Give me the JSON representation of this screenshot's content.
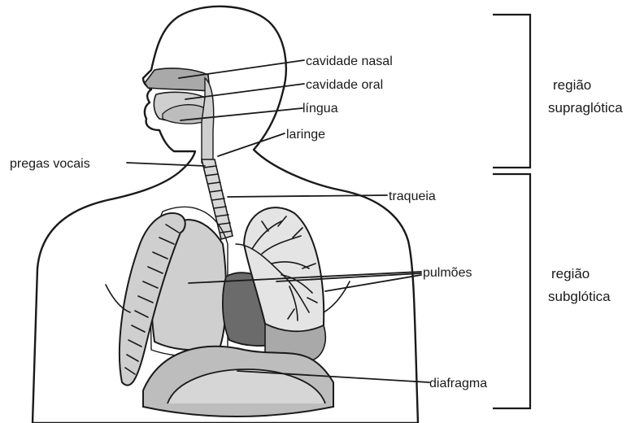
{
  "labels": {
    "cavidade_nasal": "cavidade nasal",
    "cavidade_oral": "cavidade oral",
    "lingua": "língua",
    "laringe": "laringe",
    "pregas_vocais": "pregas vocais",
    "traqueia": "traqueia",
    "pulmoes": "pulmões",
    "diafragma": "diafragma"
  },
  "regions": {
    "supraglotica": {
      "line1": "região",
      "line2": "supraglótica"
    },
    "subglotica": {
      "line1": "região",
      "line2": "subglótica"
    }
  },
  "colors": {
    "background": "#ffffff",
    "outline": "#1a1a1a",
    "organ_light": "#cfcfcf",
    "organ_mid": "#a9a9a9",
    "organ_dark": "#6b6b6b",
    "diaphragm": "#bdbdbd"
  }
}
